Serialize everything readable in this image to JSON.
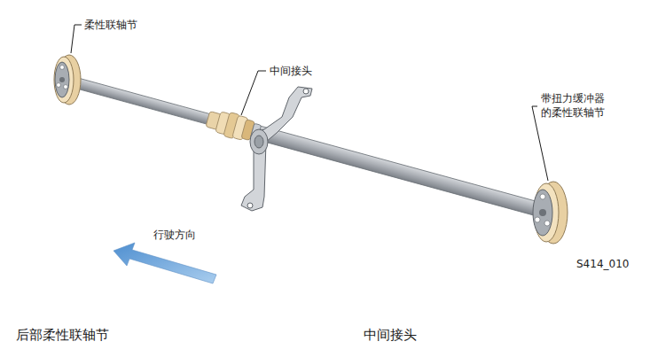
{
  "diagram": {
    "labels": [
      "柔性联轴节",
      "中间接头",
      "带扭力缓冲器 的柔性联轴节",
      "行驶方向",
      "S414_010",
      "后部柔性联轴节",
      "中间接头"
    ]
  }
}
